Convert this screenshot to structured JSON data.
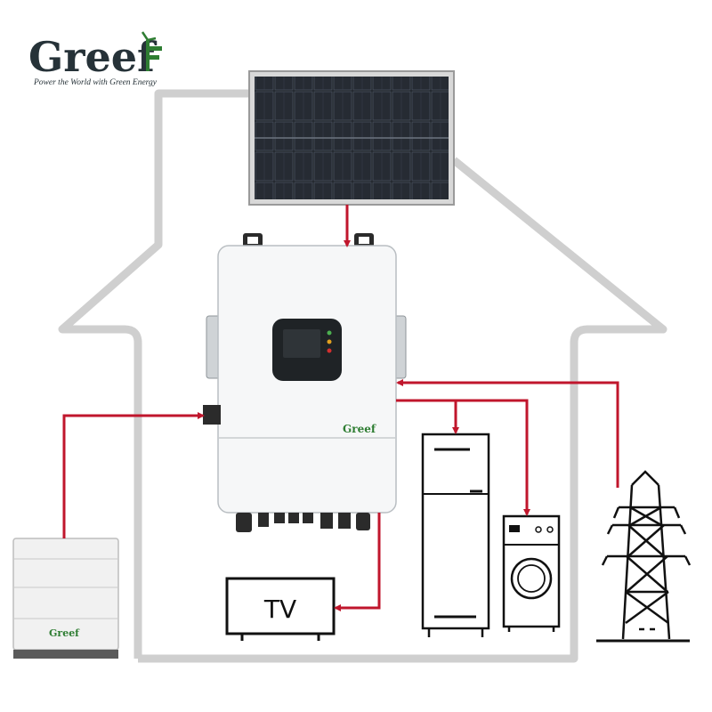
{
  "brand": {
    "logo_text": "Greef",
    "tagline": "Power the World with Green Energy",
    "inverter_label": "Greef",
    "battery_label": "Greef",
    "colors": {
      "brand_green": "#2e7d32",
      "logo_dark": "#263238"
    }
  },
  "labels": {
    "tv": "TV"
  },
  "components": [
    {
      "name": "solar-panel",
      "icon": "solar-panel-icon"
    },
    {
      "name": "hybrid-inverter",
      "icon": "inverter-icon"
    },
    {
      "name": "battery-stack",
      "icon": "battery-icon"
    },
    {
      "name": "television",
      "icon": "tv-icon"
    },
    {
      "name": "refrigerator",
      "icon": "fridge-icon"
    },
    {
      "name": "washing-machine",
      "icon": "washer-icon"
    },
    {
      "name": "power-grid-tower",
      "icon": "transmission-tower-icon"
    }
  ],
  "colors": {
    "flow_arrow": "#c0162c",
    "house_outline": "#cfcfcf",
    "appliance_stroke": "#111111",
    "panel_cell": "#1c1f24",
    "inverter_body": "#f6f7f8"
  }
}
